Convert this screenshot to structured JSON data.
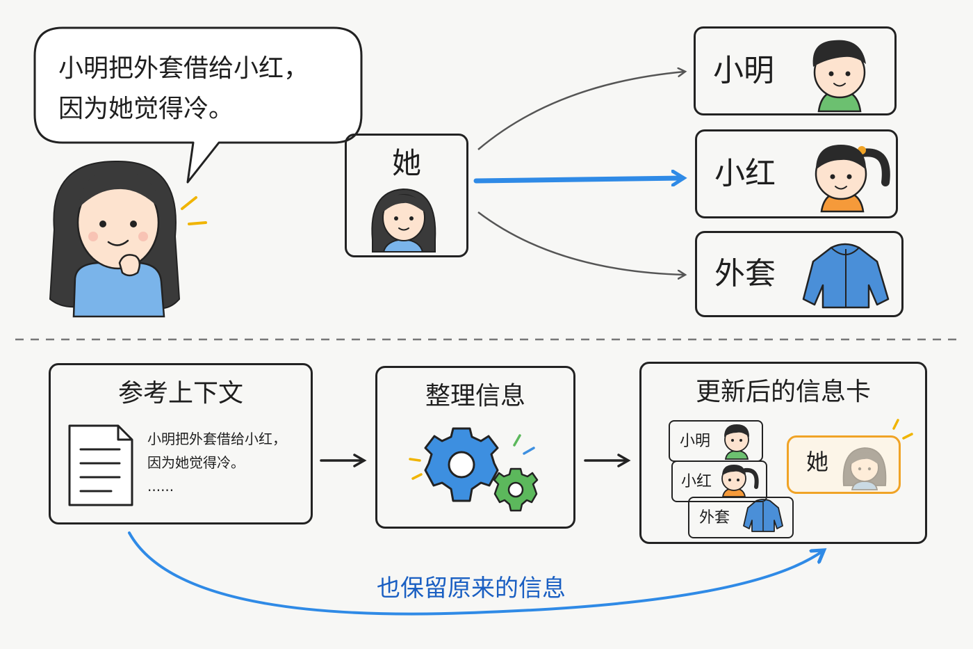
{
  "speech": {
    "line1": "小明把外套借给小红，",
    "line2": "因为她觉得冷。"
  },
  "pronoun": {
    "label": "她"
  },
  "candidates": [
    {
      "label": "小明",
      "icon": "boy-avatar-icon"
    },
    {
      "label": "小红",
      "icon": "girl-ponytail-avatar-icon"
    },
    {
      "label": "外套",
      "icon": "jacket-icon"
    }
  ],
  "steps": {
    "context": {
      "title": "参考上下文",
      "text_line1": "小明把外套借给小红，",
      "text_line2": "因为她觉得冷。",
      "ellipsis": "......"
    },
    "organize": {
      "title": "整理信息"
    },
    "updated": {
      "title": "更新后的信息卡",
      "cards": [
        "小明",
        "小红",
        "外套"
      ],
      "highlight": "她"
    }
  },
  "retain_label": "也保留原来的信息",
  "colors": {
    "accent_blue": "#2f8ae6",
    "highlight_orange": "#f0a326",
    "gear_blue": "#3d8fe0",
    "gear_green": "#5cb85c"
  }
}
